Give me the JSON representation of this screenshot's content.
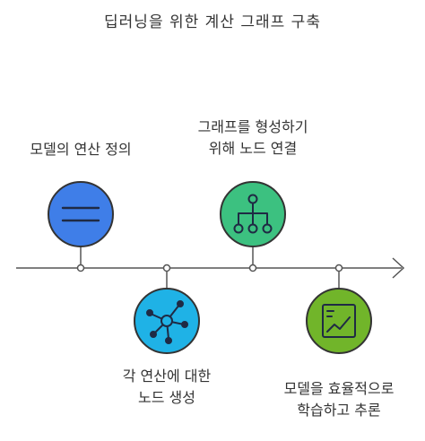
{
  "title": "딥러닝을 위한 계산 그래프 구축",
  "steps": [
    {
      "label": "모델의 연산 정의",
      "icon": "equals-lines-icon",
      "color": "#3f7ee8",
      "position": "above"
    },
    {
      "label": "각 연산에 대한\n노드 생성",
      "icon": "node-network-icon",
      "color": "#1fb2e6",
      "position": "below"
    },
    {
      "label": "그래프를 형성하기\n위해 노드 연결",
      "icon": "hierarchy-tree-icon",
      "color": "#3cc180",
      "position": "above"
    },
    {
      "label": "모델을 효율적으로\n학습하고 추론",
      "icon": "chart-trend-icon",
      "color": "#71b52a",
      "position": "below"
    }
  ]
}
